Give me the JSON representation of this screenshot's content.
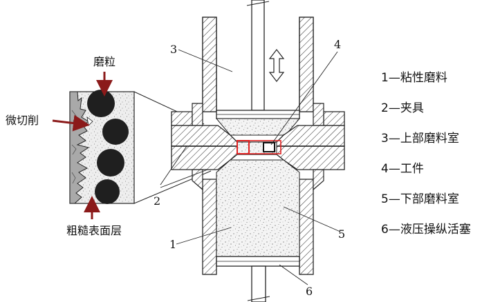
{
  "diagram": {
    "inset": {
      "abrasive_label": "磨粒",
      "microcut_label": "微切削",
      "rough_layer_label": "粗糙表面层"
    },
    "part_numbers": {
      "n1": "1",
      "n2": "2",
      "n3": "3",
      "n4": "4",
      "n5": "5",
      "n6": "6"
    },
    "legend": [
      "1—粘性磨料",
      "2—夹具",
      "3—上部磨料室",
      "4—工件",
      "5—下部磨料室",
      "6—液压操纵活塞"
    ],
    "colors": {
      "arrow": "#8b1a1a",
      "highlight_box": "#e02020",
      "line": "#1a1a1a",
      "grain": "#222222"
    }
  }
}
